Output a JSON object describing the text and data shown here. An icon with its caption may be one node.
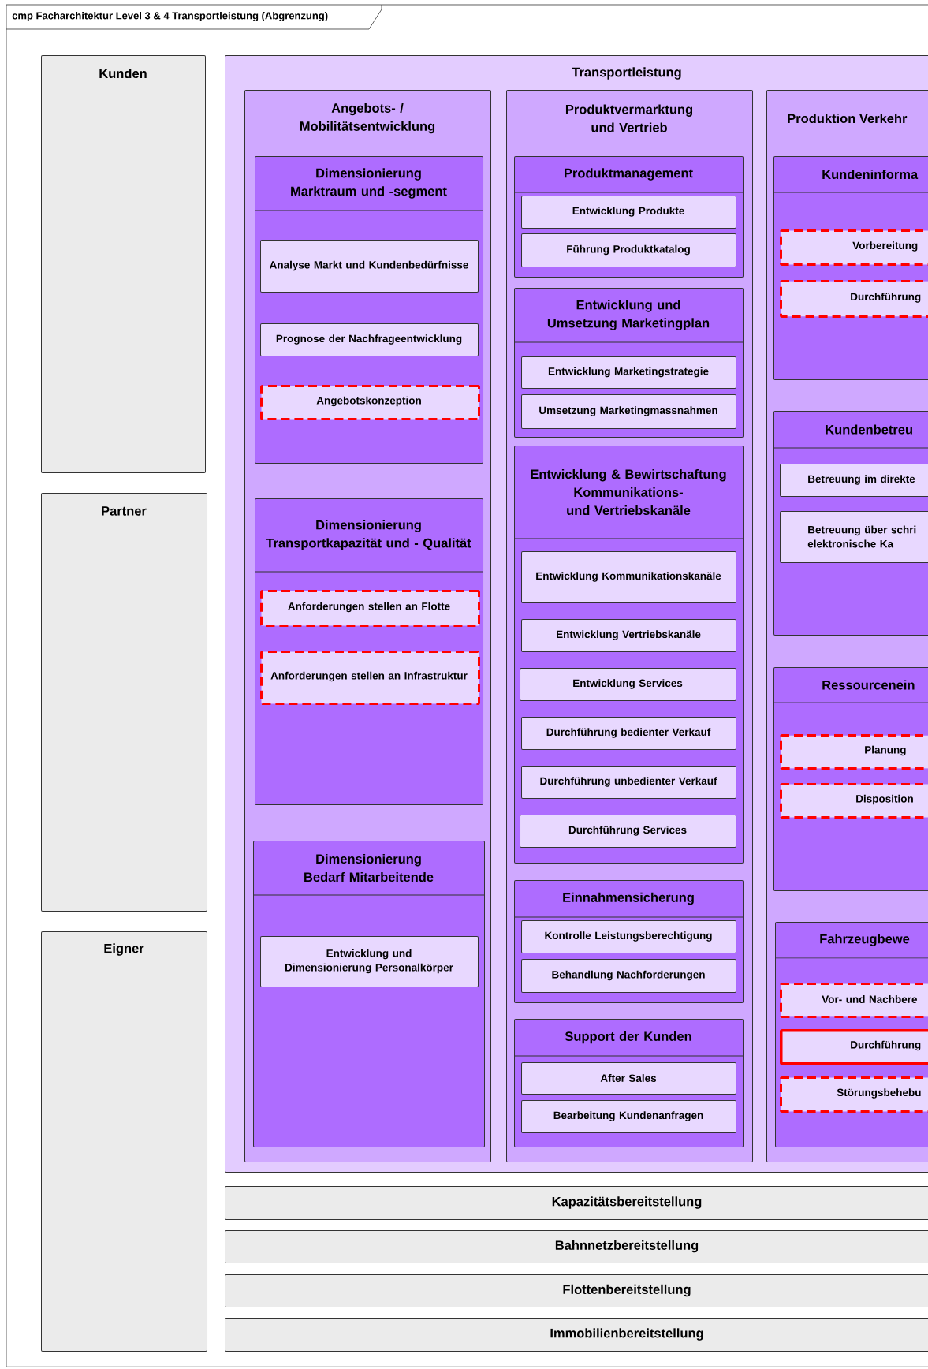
{
  "diagram": {
    "title": "cmp Facharchitektur Level 3 & 4 Transportleistung (Abgrenzung)",
    "nodes": [
      {
        "text": [
          "Kunden"
        ]
      },
      {
        "text": [
          "Transportleistung"
        ]
      },
      {
        "text": [
          "Angebots- / Mobilitätsentwicklung"
        ],
        "in": 1
      },
      {
        "text": [
          "Dimensionierung Marktraum und -segment"
        ],
        "in": 2
      },
      {
        "text": [
          "Analyse Markt und Kundenbedürfnisse"
        ],
        "in": 3
      },
      {
        "text": [
          "Prognose der Nachfrageentwicklung"
        ],
        "in": 3
      },
      {
        "text": [
          "Angebotskonzeption"
        ],
        "in": 3
      },
      {
        "text": [
          "Dimensionierung Transportkapazität und - Qualität"
        ],
        "in": 2
      },
      {
        "text": [
          "Anforderungen stellen an Flotte"
        ],
        "in": 7
      },
      {
        "text": [
          "Anforderungen stellen an Infrastruktur"
        ],
        "in": 7
      },
      {
        "text": [
          "Dimensionierung Bedarf Mitarbeitende"
        ],
        "in": 2
      },
      {
        "text": [
          "Entwicklung und Dimensionierung Personalkörper"
        ],
        "in": 10
      },
      {
        "text": [
          "Produktvermarktung und Vertrieb"
        ],
        "in": 1
      },
      {
        "text": [
          "Produktmanagement"
        ],
        "in": 12
      },
      {
        "text": [
          "Entwicklung Produkte"
        ],
        "in": 13
      },
      {
        "text": [
          "Führung Produktkatalog"
        ],
        "in": 13
      },
      {
        "text": [
          "Entwicklung und Umsetzung Marketingplan"
        ],
        "in": 12
      },
      {
        "text": [
          "Entwicklung Marketingstrategie"
        ],
        "in": 16
      },
      {
        "text": [
          "Umsetzung Marketingmassnahmen"
        ],
        "in": 16
      },
      {
        "text": [
          "Entwicklung & Bewirtschaftung Kommunikations- und Vertriebskanäle"
        ],
        "in": 12
      },
      {
        "text": [
          "Entwicklung Kommunikationskanäle"
        ],
        "in": 19
      },
      {
        "text": [
          "Entwicklung Vertriebskanäle"
        ],
        "in": 19
      },
      {
        "text": [
          "Entwicklung Services"
        ],
        "in": 19
      },
      {
        "text": [
          "Durchführung bedienter Verkauf"
        ],
        "in": 19
      },
      {
        "text": [
          "Durchführung unbedienter Verkauf"
        ],
        "in": 19
      },
      {
        "text": [
          "Durchführung Services"
        ],
        "in": 19
      },
      {
        "text": [
          "Einnahmensicherung"
        ],
        "in": 12
      },
      {
        "text": [
          "Kontrolle Leistungsberechtigung"
        ],
        "in": 26
      },
      {
        "text": [
          "Behandlung Nachforderungen"
        ],
        "in": 26
      },
      {
        "text": [
          "Support der Kunden"
        ],
        "in": 12
      },
      {
        "text": [
          "After Sales"
        ],
        "in": 29
      },
      {
        "text": [
          "Bearbeitung Kundenanfragen"
        ],
        "in": 29
      },
      {
        "text": [
          "Produktion Verkehr"
        ],
        "in": 1
      },
      {
        "text": [
          "Kundeninforma"
        ],
        "in": 32
      },
      {
        "text": [
          "Vorbereitung"
        ],
        "in": 33
      },
      {
        "text": [
          "Durchführung"
        ],
        "in": 33
      },
      {
        "text": [
          "Kundenbetreu"
        ],
        "in": 32
      },
      {
        "text": [
          "Betreuung im direkte"
        ],
        "in": 36
      },
      {
        "text": [
          "Betreuung über schri elektronische Ka"
        ],
        "in": 36
      },
      {
        "text": [
          "Ressourcenein"
        ],
        "in": 32
      },
      {
        "text": [
          "Planung"
        ],
        "in": 39
      },
      {
        "text": [
          "Disposition"
        ],
        "in": 39
      },
      {
        "text": [
          "Fahrzeugbewe"
        ],
        "in": 32
      },
      {
        "text": [
          "Vor- und Nachbere"
        ],
        "in": 42
      },
      {
        "text": [
          "Durchführung"
        ],
        "in": 42
      },
      {
        "text": [
          "Störungsbehebu"
        ],
        "in": 42
      },
      {
        "text": [
          "Partner"
        ]
      },
      {
        "text": [
          "Eigner"
        ]
      },
      {
        "text": [
          "Kapazitätsbereitstellung"
        ]
      },
      {
        "text": [
          "Bahnnetzbereitstellung"
        ]
      },
      {
        "text": [
          "Flottenbereitstellung"
        ]
      },
      {
        "text": [
          "Immobilienbereitstellung"
        ]
      }
    ]
  }
}
